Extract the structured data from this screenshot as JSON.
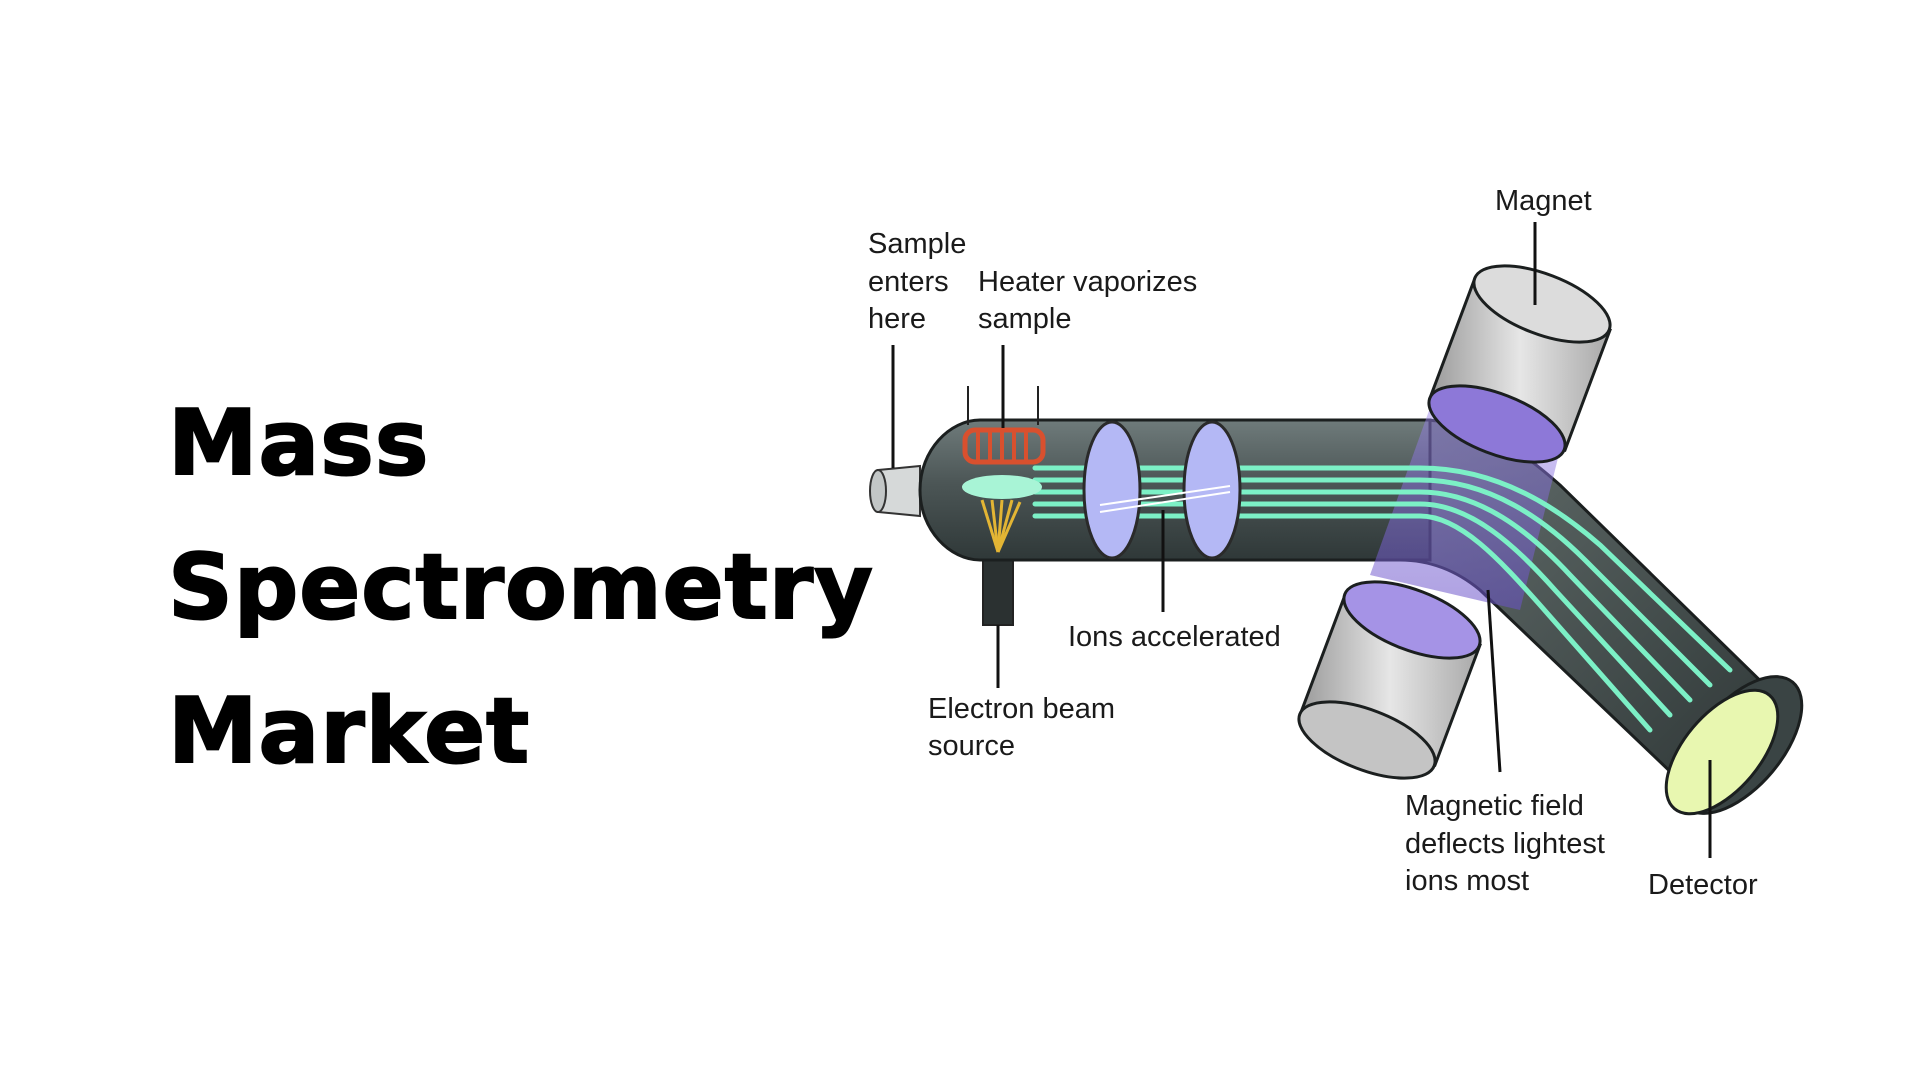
{
  "title": {
    "line1": "Mass",
    "line2": "Spectrometry",
    "line3": "Market"
  },
  "diagram": {
    "labels": {
      "magnet": "Magnet",
      "sample_line1": "Sample",
      "sample_line2": "enters",
      "sample_line3": "here",
      "heater_line1": "Heater vaporizes",
      "heater_line2": "sample",
      "ions_accelerated": "Ions accelerated",
      "electron_line1": "Electron beam",
      "electron_line2": "source",
      "field_line1": "Magnetic field",
      "field_line2": "deflects lightest",
      "field_line3": "ions most",
      "detector": "Detector"
    },
    "colors": {
      "tube": "#4c5656",
      "beam": "#7cf0c6",
      "magnet": "#c8c8c8",
      "magnet_field": "#8a72e0",
      "plates": "#b4b8f5",
      "detector": "#e8f7b0",
      "heater": "#d9502e",
      "electron_beam": "#e3b534"
    }
  }
}
